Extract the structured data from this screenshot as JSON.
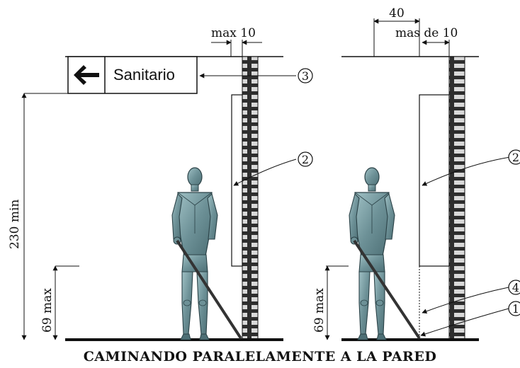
{
  "caption": "CAMINANDO PARALELAMENTE A LA PARED",
  "left": {
    "sign_text": "Sanitario",
    "dim_top": "max 10",
    "dim_height": "230 min",
    "dim_low": "69 max",
    "callout_sign": "3",
    "callout_panel": "2"
  },
  "right": {
    "dim_width": "40",
    "dim_top": "mas de 10",
    "dim_low": "69 max",
    "callout_panel": "2",
    "callout_edge": "4",
    "callout_floor": "1"
  },
  "icons": [
    "arrow-left-icon"
  ]
}
